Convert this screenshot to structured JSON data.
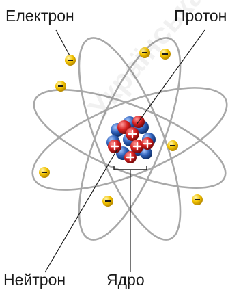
{
  "labels": {
    "electron": "Електрон",
    "proton": "Протон",
    "neutron": "Нейтрон",
    "nucleus": "Ядро"
  },
  "watermark": "Українська видавнича",
  "colors": {
    "orbit": "#a8a8a8",
    "electron": "#f2c200",
    "proton": "#d42020",
    "neutron": "#2d5fb8",
    "leader": "#1a1a1a",
    "text": "#1a1a1a"
  },
  "icons": {
    "electron": "minus-sign-icon",
    "proton": "plus-sign-icon"
  }
}
